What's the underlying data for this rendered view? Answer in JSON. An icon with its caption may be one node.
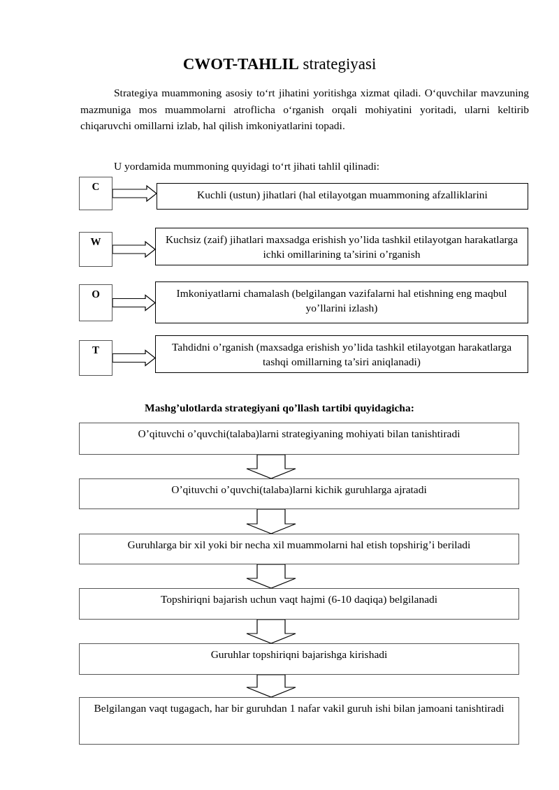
{
  "diagram": {
    "title": "**CWOT-TAHLIL** strategiyasi",
    "nodes": [
      {
        "text": [
          "C"
        ]
      },
      {
        "text": [
          "Kuchli (ustun) jihatlari (hal etilayotgan muammoning afzalliklarini"
        ]
      },
      {
        "text": [
          "W"
        ]
      },
      {
        "text": [
          "Kuchsiz (zaif) jihatlari maxsadga erishish yo’lida tashkil etilayotgan harakatlarga ichki omillarining ta’sirini o’rganish"
        ]
      },
      {
        "text": [
          "O"
        ]
      },
      {
        "text": [
          "Imkoniyatlarni chamalash (belgilangan vazifalarni hal etishning eng maqbul yo’llarini izlash)"
        ]
      },
      {
        "text": [
          "T"
        ]
      },
      {
        "text": [
          "Tahdidni o’rganish (maxsadga erishish yo’lida tashkil etilayotgan harakatlarga tashqi omillarning ta’siri aniqlanadi)"
        ]
      },
      {
        "text": [
          "O’qituvchi o’quvchi(talaba)larni strategiyaning mohiyati bilan tanishtiradi"
        ]
      },
      {
        "text": [
          "O’qituvchi o’quvchi(talaba)larni kichik guruhlarga ajratadi"
        ]
      },
      {
        "text": [
          "Guruhlarga bir xil yoki bir necha xil muammolarni hal etish topshirig’i beriladi"
        ]
      },
      {
        "text": [
          "Topshiriqni bajarish uchun vaqt hajmi (6-10 daqiqa) belgilanadi"
        ]
      },
      {
        "text": [
          "Guruhlar topshiriqni bajarishga kirishadi"
        ]
      },
      {
        "text": [
          "Belgilangan vaqt tugagach, har bir guruhdan 1 nafar vakil guruh ishi bilan jamoani tanishtiradi"
        ]
      }
    ],
    "edges": [
      {
        "from": 0,
        "to": 1,
        "arrow": "to"
      },
      {
        "from": 2,
        "to": 3,
        "arrow": "to"
      },
      {
        "from": 4,
        "to": 5,
        "arrow": "to"
      },
      {
        "from": 6,
        "to": 7,
        "arrow": "to"
      },
      {
        "from": 8,
        "to": 9,
        "arrow": "to"
      },
      {
        "from": 9,
        "to": 10,
        "arrow": "to"
      },
      {
        "from": 10,
        "to": 11,
        "arrow": "to"
      },
      {
        "from": 11,
        "to": 12,
        "arrow": "to"
      },
      {
        "from": 12,
        "to": 13,
        "arrow": "to"
      }
    ],
    "labels": [
      "Strategiya muammoning asosiy to‘rt jihatini yoritishga xizmat qiladi. O‘quvchilar mavzuning mazmuniga mos muammolarni atroflicha o‘rganish orqali mohiyatini yoritadi, ularni keltirib chiqaruvchi omillarni izlab, hal qilish imkoniyatlarini topadi.",
      "U yordamida mummoning quyidagi to‘rt jihati tahlil qilinadi:",
      "Mashg’ulotlarda strategiyani qo’llash tartibi quyidagicha:"
    ]
  }
}
